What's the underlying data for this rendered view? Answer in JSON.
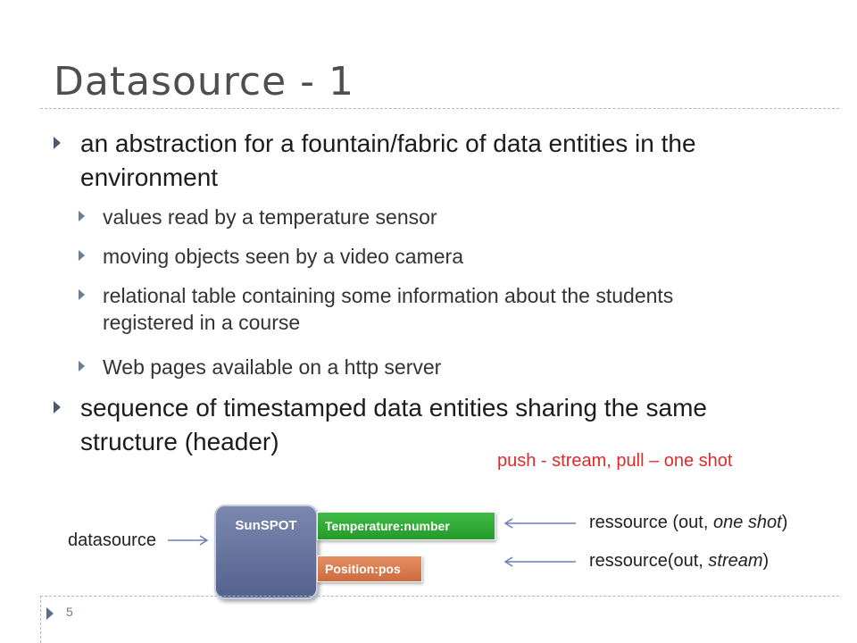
{
  "slide": {
    "title": "Datasource - 1",
    "page_number": "5"
  },
  "bullets": [
    {
      "text": "an abstraction for a fountain/fabric of data entities in the environment",
      "sub": [
        "values read by a temperature sensor",
        "moving objects seen by a video camera",
        "relational table containing some information about the students registered in a course",
        "Web pages available on a http server"
      ]
    },
    {
      "text": "sequence of timestamped data entities sharing the same structure (header)"
    }
  ],
  "diagram": {
    "note": "push - stream, pull – one shot",
    "note_color": "#e02a2a",
    "datasource_label": "datasource",
    "device_label": "SunSPOT",
    "resource_temperature": "Temperature:number",
    "resource_position": "Position:pos",
    "ressource_one_shot_prefix": "ressource (out, ",
    "ressource_one_shot_italic": "one shot",
    "ressource_one_shot_suffix": ")",
    "ressource_stream_prefix": "ressource(out, ",
    "ressource_stream_italic": "stream",
    "ressource_stream_suffix": ")"
  },
  "colors": {
    "title": "#4e4e4e",
    "bullet_arrow": "#4a5a6e",
    "device": "#6874a0",
    "temperature_pill": "#2ea834",
    "position_pill": "#d97a4c",
    "connector_arrow": "#6e7fb6"
  }
}
